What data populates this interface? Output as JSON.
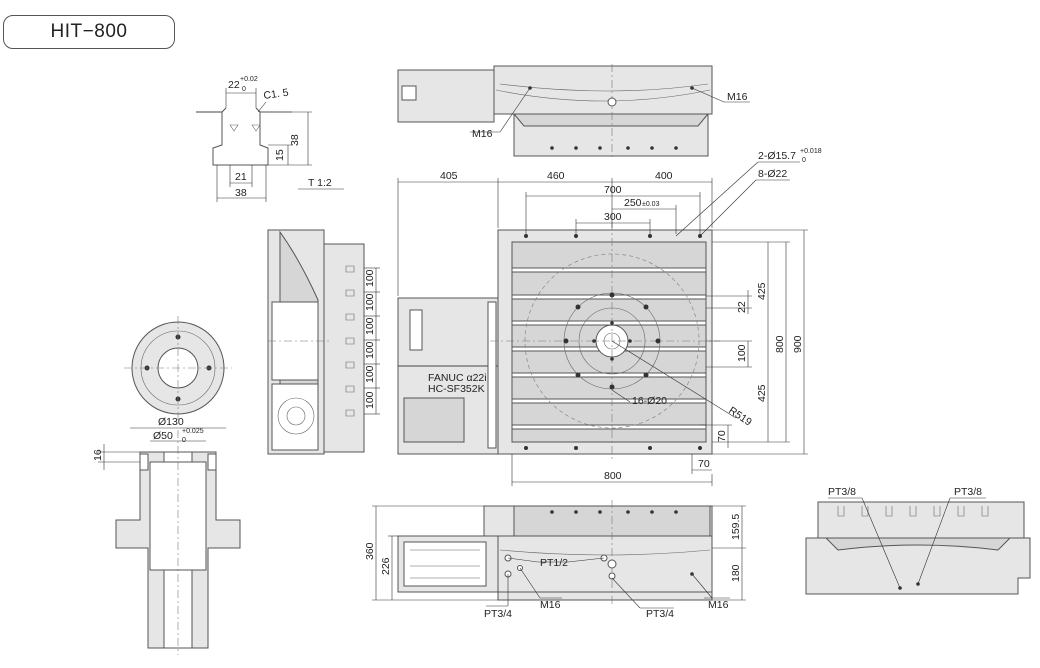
{
  "model": "HIT−800",
  "slot_detail": {
    "width_top": "22",
    "tol_upper": "+0.02",
    "tol_lower": "0",
    "chamfer": "C1. 5",
    "h38": "38",
    "h15": "15",
    "w21": "21",
    "w38": "38",
    "scale": "T  1:2"
  },
  "spindle_section": {
    "d130": "Ø130",
    "d50": "Ø50",
    "d50_tol_upper": "+0.025",
    "d50_tol_lower": "0",
    "h16": "16"
  },
  "plan_view": {
    "d405": "405",
    "d460": "460",
    "d400": "400",
    "d700": "700",
    "d250": "250",
    "d250_tol": "±0.03",
    "d300": "300",
    "hole_a": "2-Ø15.7",
    "hole_a_tol_upper": "+0.018",
    "hole_a_tol_lower": "0",
    "hole_b": "8-Ø22",
    "d425_top": "425",
    "d22": "22",
    "d100": "100",
    "d800_v": "800",
    "d900": "900",
    "d425_bot": "425",
    "d70_v": "70",
    "d70_h": "70",
    "d800_h": "800",
    "r519": "R519",
    "holes16": "16-Ø20",
    "motor_line1": "FANUC α22i",
    "motor_line2": "HC-SF352K"
  },
  "top_view": {
    "m16_right": "M16",
    "m16_left": "M16"
  },
  "side_view": {
    "spacings": [
      "100",
      "100",
      "100",
      "100",
      "100",
      "100"
    ]
  },
  "front_view": {
    "h360": "360",
    "h226": "226",
    "h159_5": "159.5",
    "h180": "180",
    "pt12": "PT1/2",
    "pt34_left": "PT3/4",
    "m16_left": "M16",
    "pt34_right": "PT3/4",
    "m16_right": "M16"
  },
  "end_view": {
    "pt38_left": "PT3/8",
    "pt38_right": "PT3/8"
  }
}
